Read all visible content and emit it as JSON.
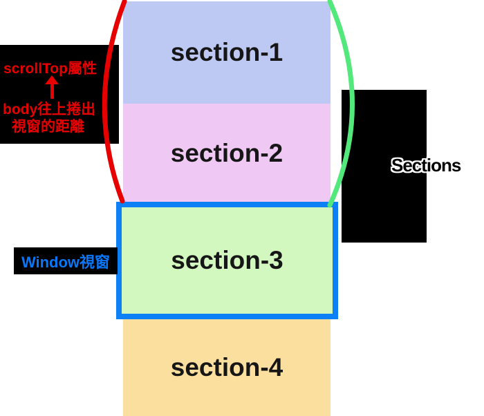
{
  "diagram_title": "scrollTop concept diagram",
  "sections": [
    {
      "label": "section-1",
      "color": "#bdc9f2"
    },
    {
      "label": "section-2",
      "color": "#efc8f4"
    },
    {
      "label": "section-3",
      "color": "#d2f8c0"
    },
    {
      "label": "section-4",
      "color": "#fbdf9e"
    }
  ],
  "annotations": {
    "scrolltop": {
      "title": "scrollTop屬性",
      "arrow": "up-arrow",
      "desc_line1": "body往上捲出",
      "desc_line2": "視窗的距離",
      "text_color": "#e60000"
    },
    "window_label": {
      "text": "Window視窗",
      "text_color": "#0877f8"
    },
    "right_label": {
      "text": "Sections",
      "text_color": "#000000"
    }
  },
  "colors": {
    "background": "#ffffff",
    "callout_box": "#000000",
    "window_border": "#0d80f5",
    "red_arc": "#e60000",
    "green_arc": "#53e87b"
  }
}
